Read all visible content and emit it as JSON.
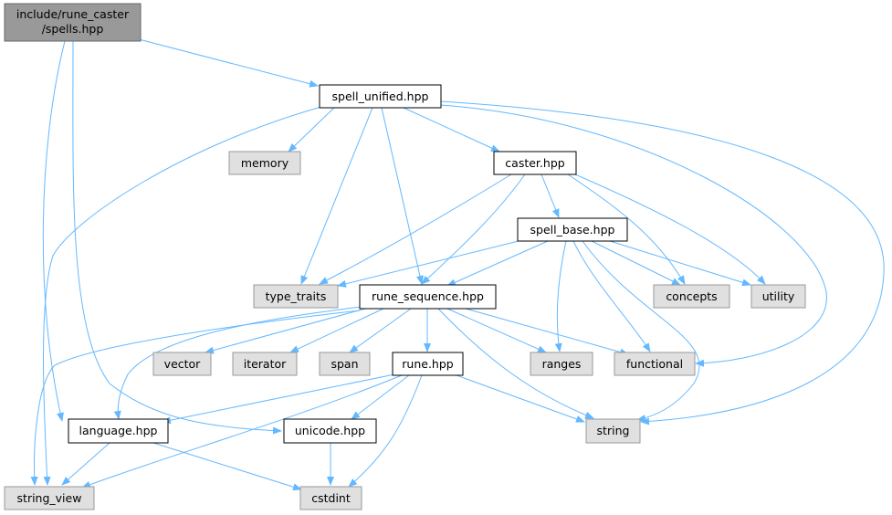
{
  "colors": {
    "edge": "#63b8ff",
    "root_fill": "#999999",
    "root_border": "#666666",
    "file_fill": "#ffffff",
    "file_border": "#000000",
    "system_fill": "#e0e0e0",
    "system_border": "#999999"
  },
  "nodes": {
    "root": {
      "line1": "include/rune_caster",
      "line2": "/spells.hpp"
    },
    "spell_unified": {
      "label": "spell_unified.hpp"
    },
    "memory": {
      "label": "memory"
    },
    "caster": {
      "label": "caster.hpp"
    },
    "spell_base": {
      "label": "spell_base.hpp"
    },
    "type_traits": {
      "label": "type_traits"
    },
    "rune_sequence": {
      "label": "rune_sequence.hpp"
    },
    "concepts": {
      "label": "concepts"
    },
    "utility": {
      "label": "utility"
    },
    "vector": {
      "label": "vector"
    },
    "iterator": {
      "label": "iterator"
    },
    "span": {
      "label": "span"
    },
    "rune": {
      "label": "rune.hpp"
    },
    "ranges": {
      "label": "ranges"
    },
    "functional": {
      "label": "functional"
    },
    "language": {
      "label": "language.hpp"
    },
    "unicode": {
      "label": "unicode.hpp"
    },
    "string": {
      "label": "string"
    },
    "string_view": {
      "label": "string_view"
    },
    "cstdint": {
      "label": "cstdint"
    }
  }
}
